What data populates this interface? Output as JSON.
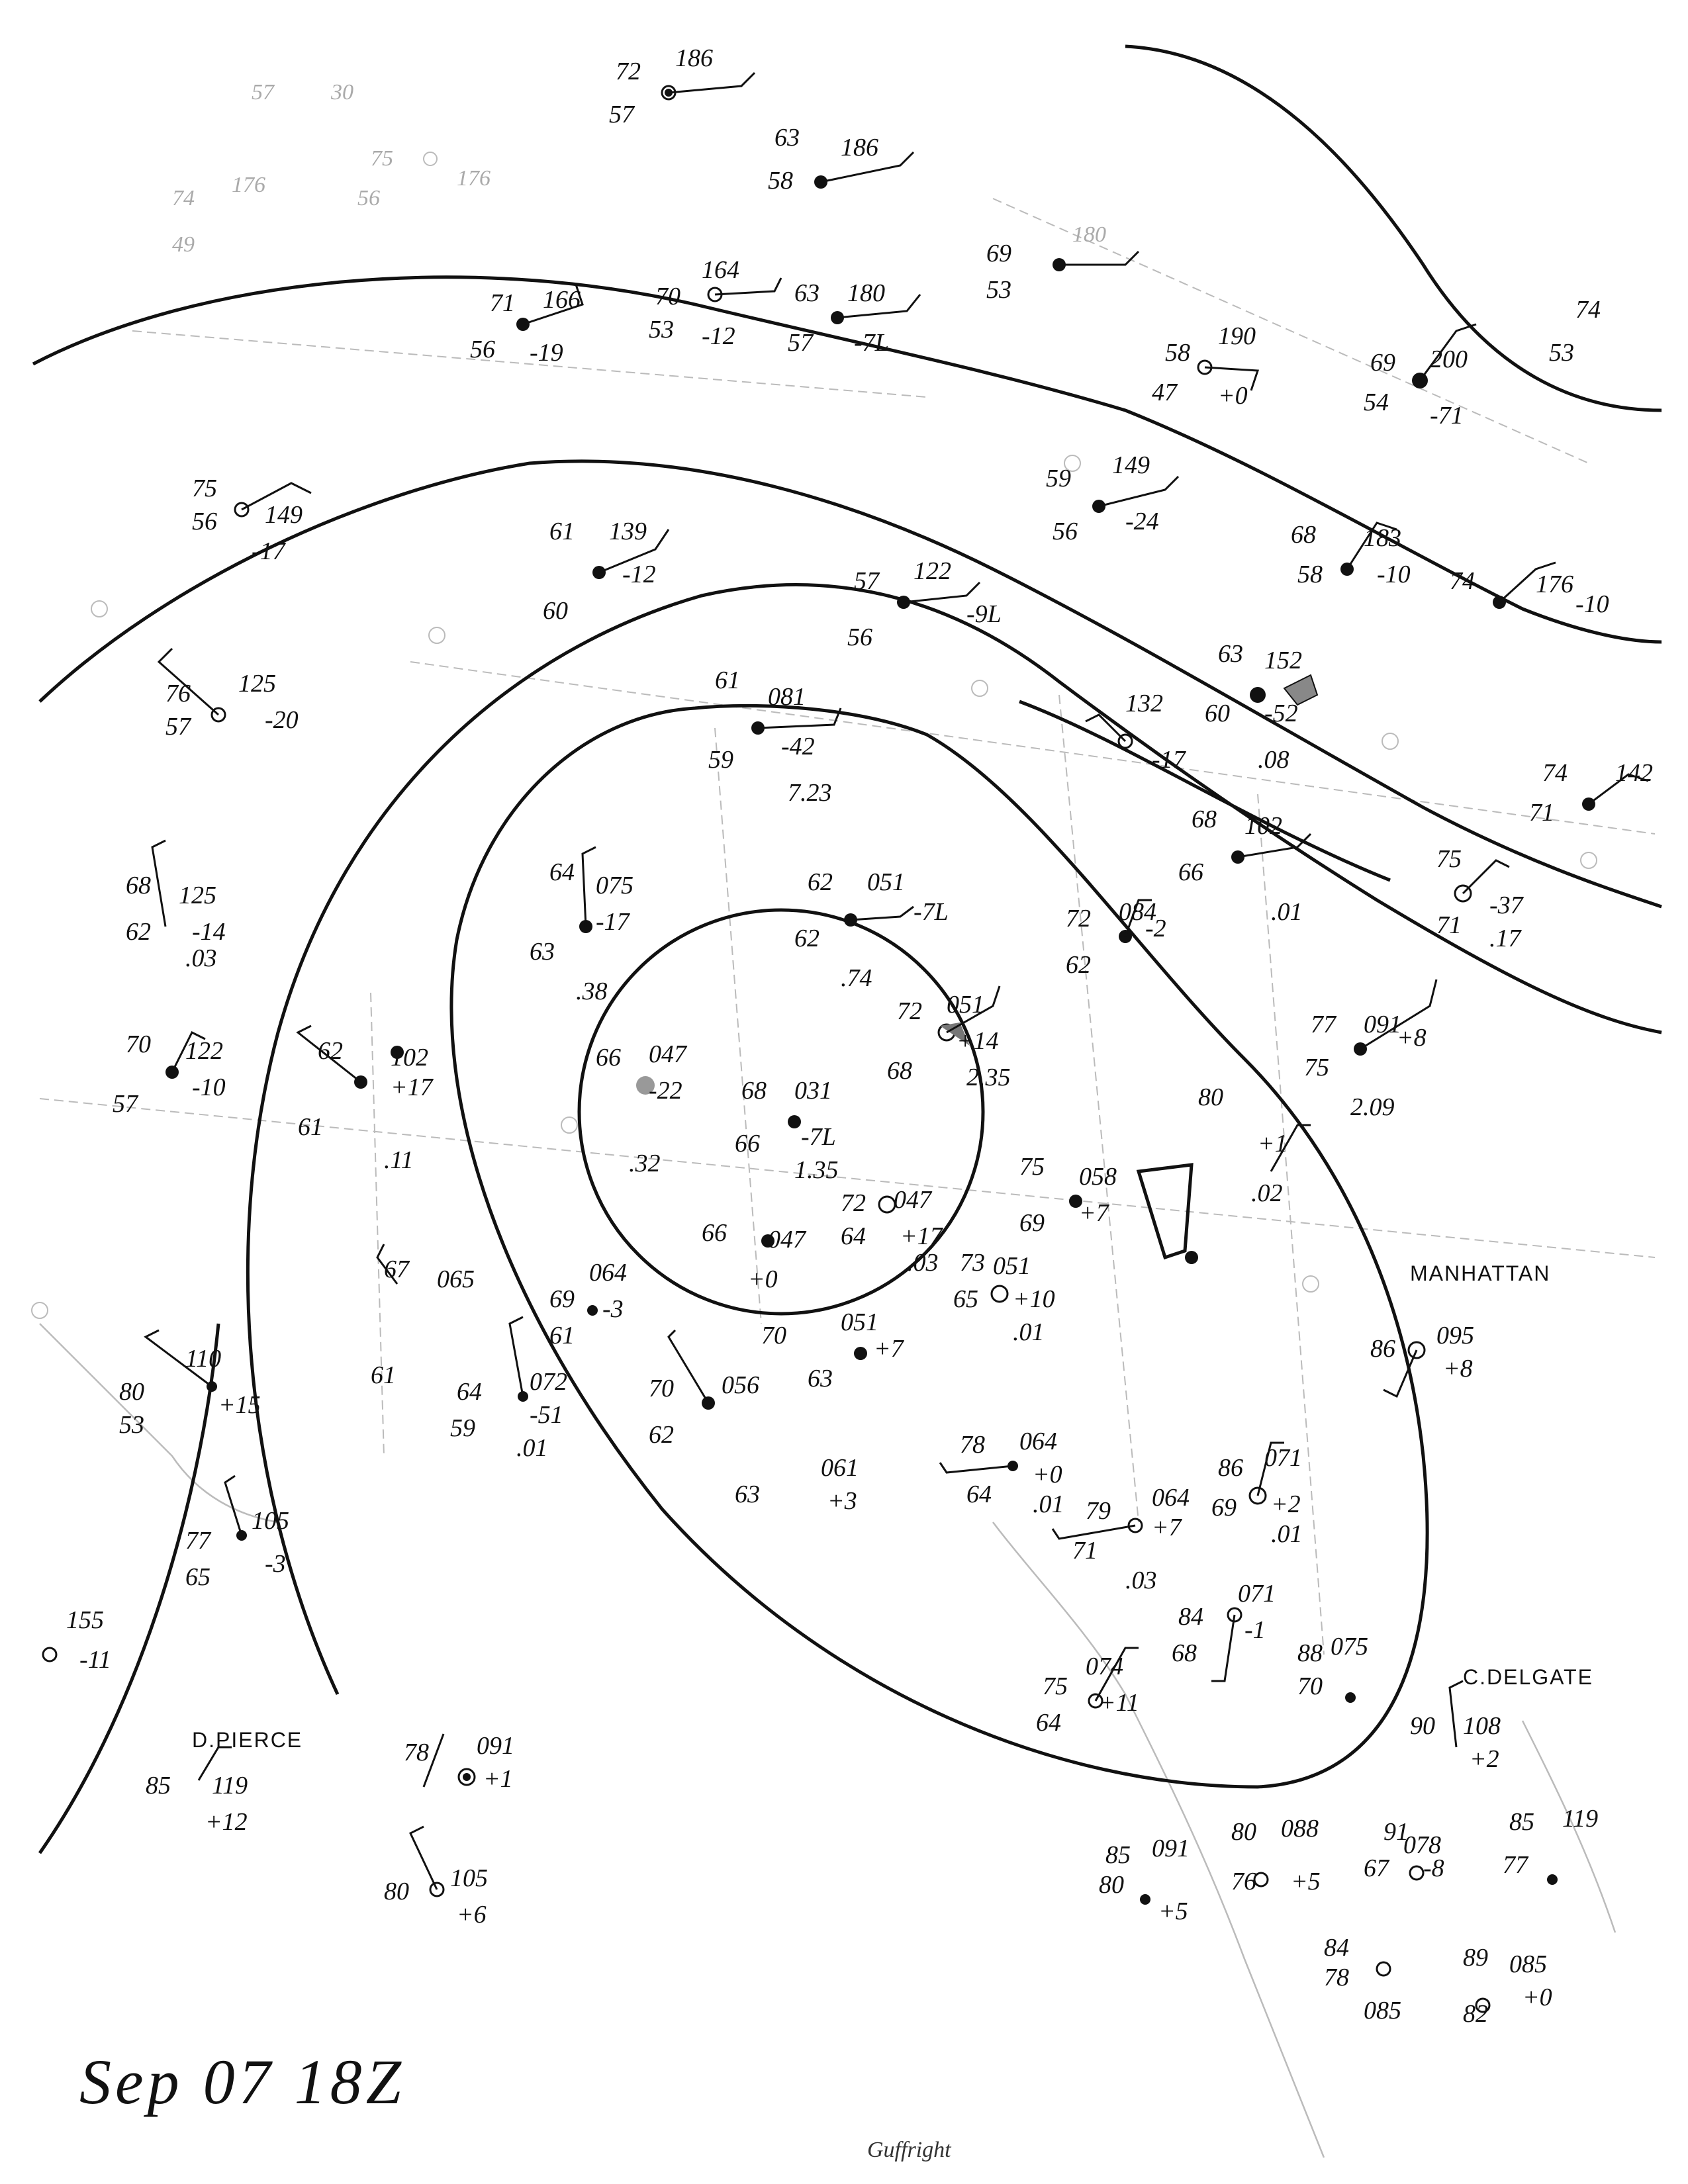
{
  "map": {
    "date_label": "Sep 07 18Z",
    "signature": "Guffright",
    "colors": {
      "ink": "#111111",
      "faint": "#bbbbbb",
      "paper": "#ffffff"
    }
  },
  "places": {
    "manhattan": "MANHATTAN",
    "c_delgate": "C.DELGATE",
    "d_pierce": "D.PIERCE"
  },
  "stations": [
    {
      "id": "s1",
      "temp": "72",
      "dew": "57",
      "pressure": "186"
    },
    {
      "id": "s2",
      "temp": "63",
      "dew": "58",
      "pressure": "186"
    },
    {
      "id": "s3",
      "temp": "57",
      "dew": "",
      "pressure": "",
      "extra": "30"
    },
    {
      "id": "s4",
      "temp": "75",
      "dew": "56",
      "pressure": "176"
    },
    {
      "id": "s5",
      "temp": "74",
      "dew": "49",
      "pressure": "176"
    },
    {
      "id": "s6",
      "temp": "71",
      "dew": "56",
      "pressure": "166",
      "tend": "-19"
    },
    {
      "id": "s7",
      "temp": "70",
      "dew": "53",
      "pressure": "164",
      "tend": "-12"
    },
    {
      "id": "s8",
      "temp": "63",
      "dew": "57",
      "pressure": "180",
      "tend": "-7L"
    },
    {
      "id": "s9",
      "temp": "69",
      "dew": "53",
      "pressure": "180"
    },
    {
      "id": "s10",
      "temp": "58",
      "dew": "47",
      "pressure": "190",
      "tend": "+0"
    },
    {
      "id": "s11",
      "temp": "69",
      "dew": "54",
      "pressure": "200",
      "tend": "-71"
    },
    {
      "id": "s12",
      "temp": "74",
      "dew": "53",
      "pressure": ""
    },
    {
      "id": "s13",
      "temp": "75",
      "dew": "56",
      "pressure": "149",
      "tend": "-17"
    },
    {
      "id": "s14",
      "temp": "61",
      "dew": "60",
      "pressure": "139",
      "tend": "-12"
    },
    {
      "id": "s15",
      "temp": "57",
      "dew": "56",
      "pressure": "122",
      "tend": "-9L"
    },
    {
      "id": "s16",
      "temp": "59",
      "dew": "56",
      "pressure": "149",
      "tend": "-24"
    },
    {
      "id": "s17",
      "temp": "68",
      "dew": "58",
      "pressure": "183",
      "tend": "-10"
    },
    {
      "id": "s18",
      "temp": "74",
      "dew": "",
      "pressure": "176",
      "tend": "-10"
    },
    {
      "id": "s19",
      "temp": "76",
      "dew": "57",
      "pressure": "125",
      "tend": "-20"
    },
    {
      "id": "s20",
      "temp": "61",
      "dew": "59",
      "pressure": "081",
      "tend": "-42",
      "precip": "7.23"
    },
    {
      "id": "s21",
      "temp": "63",
      "dew": "60",
      "pressure": "152",
      "tend": "-52",
      "precip": ".08"
    },
    {
      "id": "s22",
      "temp": "",
      "dew": "",
      "pressure": "132",
      "tend": "-17"
    },
    {
      "id": "s23",
      "temp": "68",
      "dew": "66",
      "pressure": "102",
      "precip": ".01"
    },
    {
      "id": "s24",
      "temp": "74",
      "dew": "71",
      "pressure": "142"
    },
    {
      "id": "s25",
      "temp": "75",
      "dew": "71",
      "pressure": "",
      "tend": "-37",
      "precip": ".17"
    },
    {
      "id": "s26",
      "temp": "68",
      "dew": "62",
      "pressure": "125",
      "tend": "-14",
      "precip": ".03"
    },
    {
      "id": "s27",
      "temp": "64",
      "dew": "63",
      "pressure": "075",
      "tend": "-17",
      "precip": ".38"
    },
    {
      "id": "s28",
      "temp": "62",
      "dew": "62",
      "pressure": "051",
      "tend": "-7L",
      "precip": ".74"
    },
    {
      "id": "s29",
      "temp": "72",
      "dew": "62",
      "pressure": "084",
      "tend": "-2"
    },
    {
      "id": "s30",
      "temp": "70",
      "dew": "57",
      "pressure": "122",
      "tend": "-10"
    },
    {
      "id": "s31",
      "temp": "62",
      "dew": "61",
      "pressure": "102",
      "tend": "+17",
      "precip": ".11"
    },
    {
      "id": "s32",
      "temp": "66",
      "dew": "",
      "pressure": "047",
      "tend": "-22",
      "precip": ".32"
    },
    {
      "id": "s33",
      "temp": "68",
      "dew": "66",
      "pressure": "031",
      "tend": "-7L",
      "precip": "1.35"
    },
    {
      "id": "s34",
      "temp": "72",
      "dew": "68",
      "pressure": "051",
      "tend": "+14",
      "precip": "2.35"
    },
    {
      "id": "s35",
      "temp": "77",
      "dew": "75",
      "pressure": "091",
      "tend": "+8",
      "precip": "2.09"
    },
    {
      "id": "s36",
      "temp": "75",
      "dew": "69",
      "pressure": "058",
      "tend": "+7"
    },
    {
      "id": "s37",
      "temp": "72",
      "dew": "64",
      "pressure": "047",
      "tend": "+17",
      "precip": ".03"
    },
    {
      "id": "s38",
      "temp": "66",
      "dew": "",
      "pressure": "047",
      "tend": "+0"
    },
    {
      "id": "s39",
      "temp": "80",
      "dew": "",
      "pressure": "",
      "tend": "+1",
      "precip": ".02"
    },
    {
      "id": "s40",
      "temp": "73",
      "dew": "65",
      "pressure": "051",
      "tend": "+10",
      "precip": ".01"
    },
    {
      "id": "s41",
      "temp": "70",
      "dew": "63",
      "pressure": "051",
      "tend": "+7"
    },
    {
      "id": "s42",
      "temp": "67",
      "dew": "61",
      "pressure": "065"
    },
    {
      "id": "s43",
      "temp": "69",
      "dew": "61",
      "pressure": "064",
      "tend": "-3"
    },
    {
      "id": "s44",
      "temp": "64",
      "dew": "59",
      "pressure": "072",
      "tend": "-51",
      "precip": ".01"
    },
    {
      "id": "s45",
      "temp": "80",
      "dew": "53",
      "pressure": "110",
      "tend": "+15"
    },
    {
      "id": "s46",
      "temp": "70",
      "dew": "62",
      "pressure": "056"
    },
    {
      "id": "s47",
      "temp": "63",
      "dew": "",
      "pressure": "061",
      "tend": "+3"
    },
    {
      "id": "s48",
      "temp": "78",
      "dew": "64",
      "pressure": "064",
      "tend": "+0",
      "precip": ".01"
    },
    {
      "id": "s49",
      "temp": "86",
      "dew": "69",
      "pressure": "071",
      "tend": "+2",
      "precip": ".01"
    },
    {
      "id": "s50",
      "temp": "79",
      "dew": "71",
      "pressure": "064",
      "tend": "+7",
      "precip": ".03"
    },
    {
      "id": "s51",
      "temp": "86",
      "dew": "",
      "pressure": "095",
      "tend": "+8"
    },
    {
      "id": "s52",
      "temp": "77",
      "dew": "65",
      "pressure": "105",
      "tend": "-3"
    },
    {
      "id": "s53",
      "temp": "84",
      "dew": "68",
      "pressure": "071",
      "tend": "-1"
    },
    {
      "id": "s54",
      "temp": "88",
      "dew": "70",
      "pressure": "075"
    },
    {
      "id": "s55",
      "temp": "75",
      "dew": "64",
      "pressure": "074",
      "tend": "+11"
    },
    {
      "id": "s56",
      "temp": "90",
      "dew": "",
      "pressure": "108",
      "tend": "+2"
    },
    {
      "id": "s57",
      "temp": "",
      "dew": "",
      "pressure": "155",
      "tend": "-11"
    },
    {
      "id": "s58",
      "temp": "85",
      "dew": "",
      "pressure": "119",
      "tend": "+12"
    },
    {
      "id": "s59",
      "temp": "78",
      "dew": "",
      "pressure": "091",
      "tend": "+1"
    },
    {
      "id": "s60",
      "temp": "80",
      "dew": "",
      "pressure": "105",
      "tend": "+6"
    },
    {
      "id": "s61",
      "temp": "85",
      "dew": "80",
      "pressure": "091",
      "tend": "+5"
    },
    {
      "id": "s62",
      "temp": "80",
      "dew": "76",
      "pressure": "088",
      "tend": "+5"
    },
    {
      "id": "s63",
      "temp": "91",
      "dew": "67",
      "pressure": "078",
      "tend": "-8"
    },
    {
      "id": "s64",
      "temp": "85",
      "dew": "77",
      "pressure": "119"
    },
    {
      "id": "s65",
      "temp": "84",
      "dew": "78",
      "pressure": "085"
    },
    {
      "id": "s66",
      "temp": "89",
      "dew": "82",
      "pressure": "085",
      "tend": "+0"
    }
  ]
}
